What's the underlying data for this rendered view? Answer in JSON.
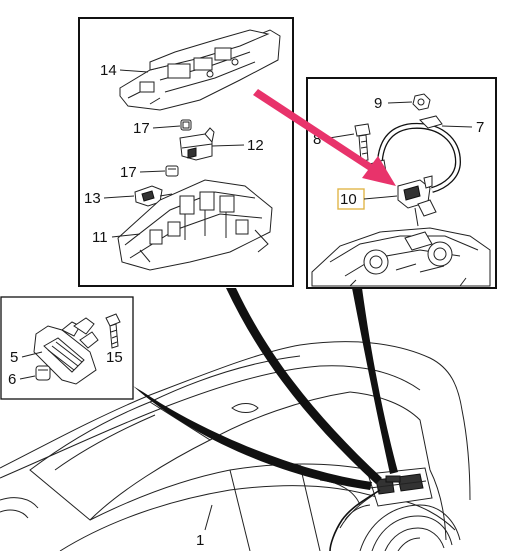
{
  "callouts": {
    "n1": "1",
    "n5": "5",
    "n6": "6",
    "n7": "7",
    "n8": "8",
    "n9": "9",
    "n10": "10",
    "n11": "11",
    "n12": "12",
    "n13": "13",
    "n14": "14",
    "n15": "15",
    "n17a": "17",
    "n17b": "17"
  },
  "colors": {
    "highlight_arrow": "#e8336b",
    "highlight_box": "#e0b64a",
    "line": "#111111"
  }
}
